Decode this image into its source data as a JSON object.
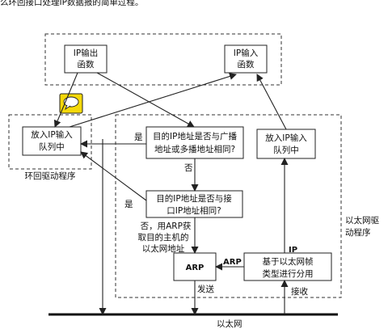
{
  "header_fragment": "么环回接口处理IP数据报的简单过程。",
  "boxes": {
    "ip_output": [
      "IP输出",
      "函数"
    ],
    "ip_input": [
      "IP输入",
      "函数"
    ],
    "loopback_queue": [
      "放入IP输入",
      "队列中"
    ],
    "check_broadcast": [
      "目的IP地址是否与广播",
      "地址或多播地址相同?"
    ],
    "ether_queue": [
      "放入IP输入",
      "队列中"
    ],
    "check_iface": [
      "目的IP地址是否与接",
      "口IP地址相同?"
    ],
    "arp": "ARP",
    "demux": [
      "基于以太网帧",
      "类型进行分用"
    ]
  },
  "labels": {
    "loopback_driver": "环回驱动程序",
    "ether_driver": [
      "以太网驱",
      "动程序"
    ],
    "yes_1": "是",
    "no_1": "否",
    "yes_2": "是",
    "no_arp": [
      "否，用ARP获",
      "取目的主机的",
      "以太网地址"
    ],
    "arp_edge": "ARP",
    "ip_edge": "IP",
    "send": "发送",
    "receive": "接收",
    "ethernet": "以太网"
  },
  "icon": "speech-bubble-icon",
  "colors": {
    "icon_fill": "#f5d90a",
    "line": "#222222"
  }
}
